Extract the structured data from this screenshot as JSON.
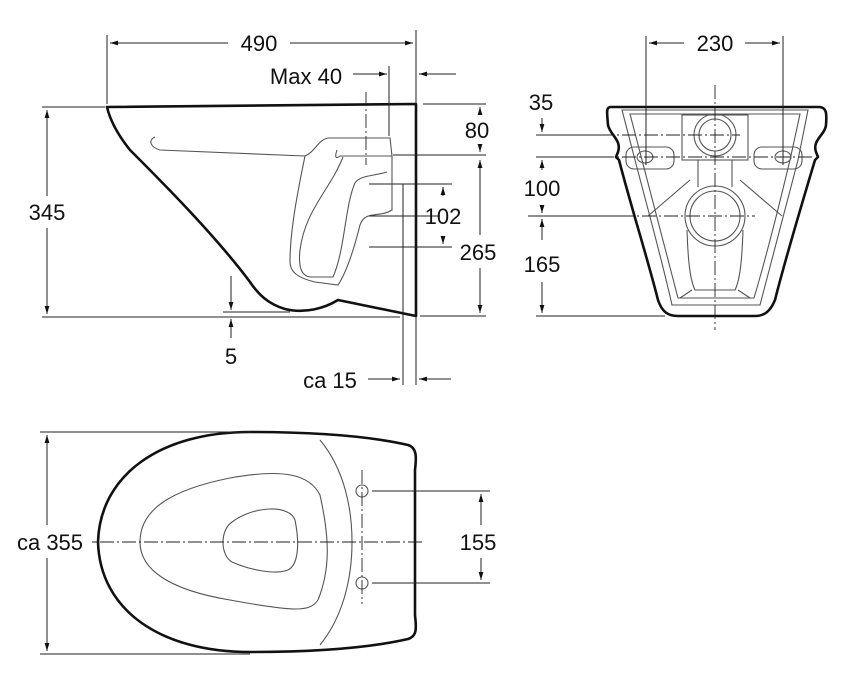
{
  "side_view": {
    "width_label": "490",
    "max_label": "Max 40",
    "height_label": "345",
    "top_offset_label": "80",
    "lower_label": "265",
    "outlet_label": "102",
    "gap_label": "5",
    "ca_label": "ca 15"
  },
  "rear_view": {
    "width_label": "230",
    "top_label": "35",
    "mid_label": "100",
    "bottom_label": "165"
  },
  "top_view": {
    "depth_label": "ca 355",
    "holes_label": "155"
  }
}
